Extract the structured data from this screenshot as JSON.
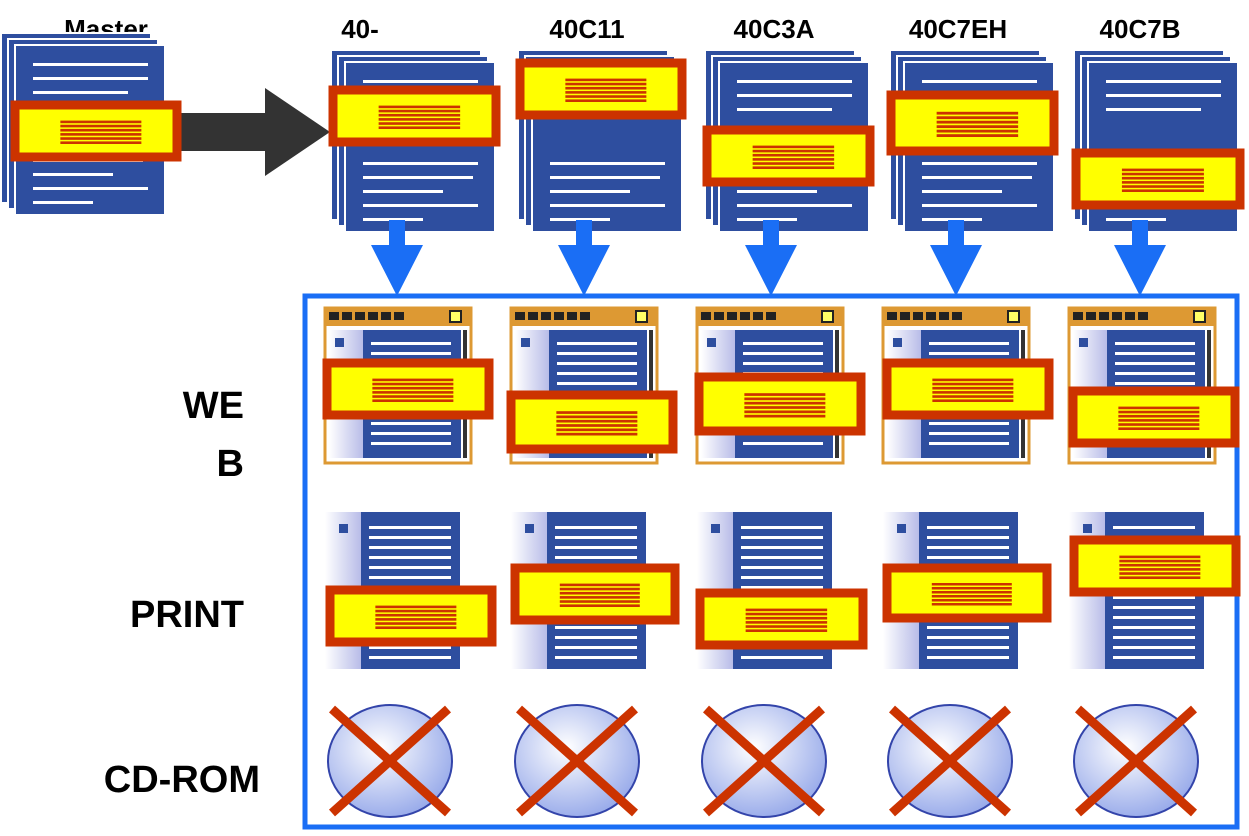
{
  "master_label": "Master",
  "versions": [
    "40-",
    "40C11",
    "40C3A",
    "40C7EH",
    "40C7B"
  ],
  "row_labels": {
    "web_line1": "WE",
    "web_line2": "B",
    "print": "PRINT",
    "cdrom": "CD-ROM"
  },
  "colors": {
    "doc_blue": "#2e4e9f",
    "highlight_border": "#cc3300",
    "highlight_fill": "#ffff00",
    "flow_arrow": "#1a6ef5",
    "master_arrow": "#333333",
    "web_frame": "#dd9933",
    "output_box": "#1a6ef5"
  },
  "icons": {
    "master": "document-stack-icon",
    "version": "document-stack-icon",
    "web": "browser-window-icon",
    "print": "printed-page-icon",
    "cdrom": "crossed-out-cd-icon"
  }
}
